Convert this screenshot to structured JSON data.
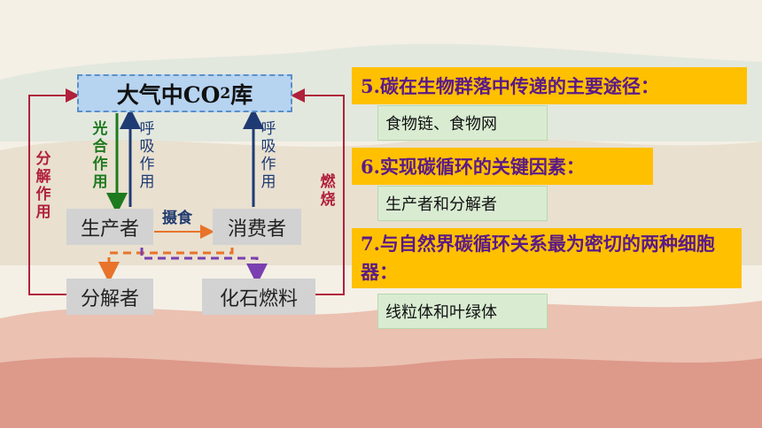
{
  "colors": {
    "question_bg": "#ffc000",
    "question_text": "#5b1a86",
    "answer_bg": "#d9ecd2",
    "atm_bg": "#b6d3f0",
    "node_bg": "#d2d2d2",
    "photosynthesis": "#1e7a1e",
    "respiration": "#1f3b73",
    "cycle_red": "#b0213b",
    "arrow_orange": "#e8732a",
    "arrow_purple": "#7a3fb0"
  },
  "diagram": {
    "atmosphere_prefix": "大气中CO",
    "atmosphere_sub": "2",
    "atmosphere_suffix": "库",
    "producer": "生产者",
    "consumer": "消费者",
    "decomposer": "分解者",
    "fossil_fuel": "化石燃料",
    "photosynthesis": "光合作用",
    "respiration_producer": "呼吸作用",
    "respiration_consumer": "呼吸作用",
    "decomposition": "分解作用",
    "combustion": "燃烧",
    "ingestion": "摄食"
  },
  "questions": [
    {
      "q": "5.碳在生物群落中传递的主要途径：",
      "a": "食物链、食物网"
    },
    {
      "q": "6.实现碳循环的关键因素：",
      "a": "生产者和分解者"
    },
    {
      "q": "7.与自然界碳循环关系最为密切的两种细胞器：",
      "a": "线粒体和叶绿体"
    }
  ]
}
